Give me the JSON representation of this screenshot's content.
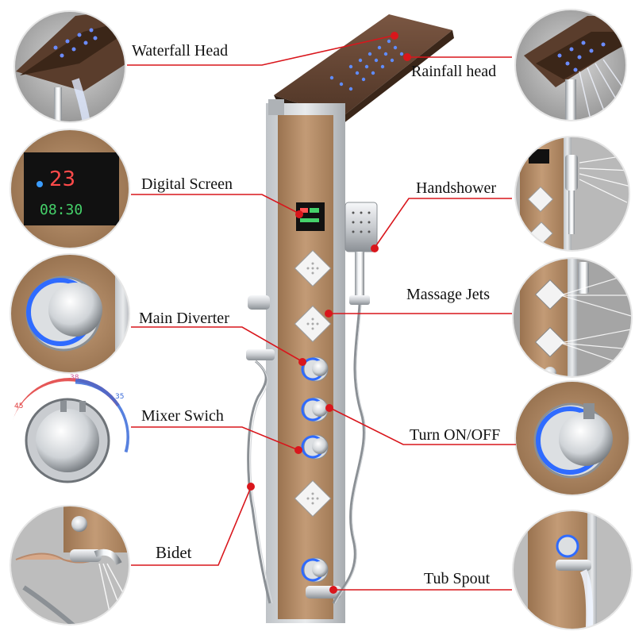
{
  "labels": {
    "waterfall_head": "Waterfall Head",
    "rainfall_head": "Rainfall head",
    "digital_screen": "Digital Screen",
    "handshower": "Handshower",
    "massage_jets": "Massage Jets",
    "main_diverter": "Main Diverter",
    "mixer_switch": "Mixer Swich",
    "turn_on_off": "Turn ON/OFF",
    "bidet": "Bidet",
    "tub_spout": "Tub Spout"
  },
  "screen_readout": {
    "temperature": "23",
    "time": "08:30"
  },
  "thermostat_scale": {
    "low": "45",
    "mid": "38",
    "high": "35"
  },
  "colors": {
    "callout_line": "#d9161c",
    "panel_bronze": "#a9825e",
    "panel_frame": "#c4c4c4",
    "head_bronze": "#6b4a36",
    "led_blue": "#3a7cff",
    "chrome": "#e6e8ea"
  }
}
